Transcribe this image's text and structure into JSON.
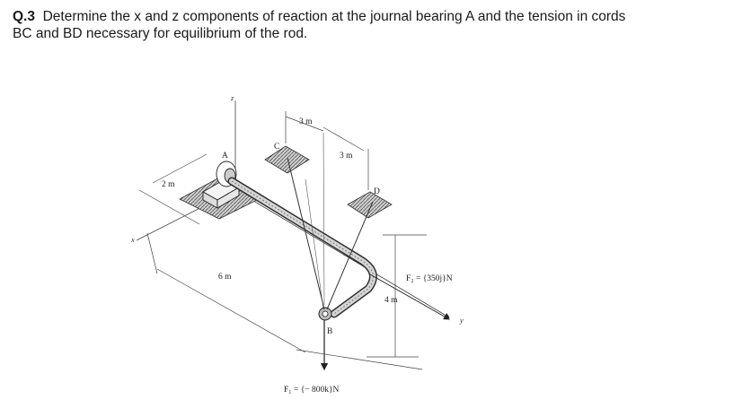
{
  "question": {
    "number": "Q.3",
    "line1": "Determine the x and z components of reaction at the journal bearing A and the tension in cords",
    "line2": "BC and BD necessary for equilibrium of the rod."
  },
  "figure": {
    "points": {
      "A": "A",
      "B": "B",
      "C": "C",
      "D": "D"
    },
    "axes": {
      "x": "x",
      "y": "y",
      "z": "z"
    },
    "dimensions": {
      "d_3m_top": "3 m",
      "d_3m_right": "3 m",
      "d_2m": "2 m",
      "d_6m": "6 m",
      "d_4m": "4 m"
    },
    "forces": {
      "F1": "F₁ = {− 800k}N",
      "F2": "F₂ = {350j}N"
    }
  }
}
